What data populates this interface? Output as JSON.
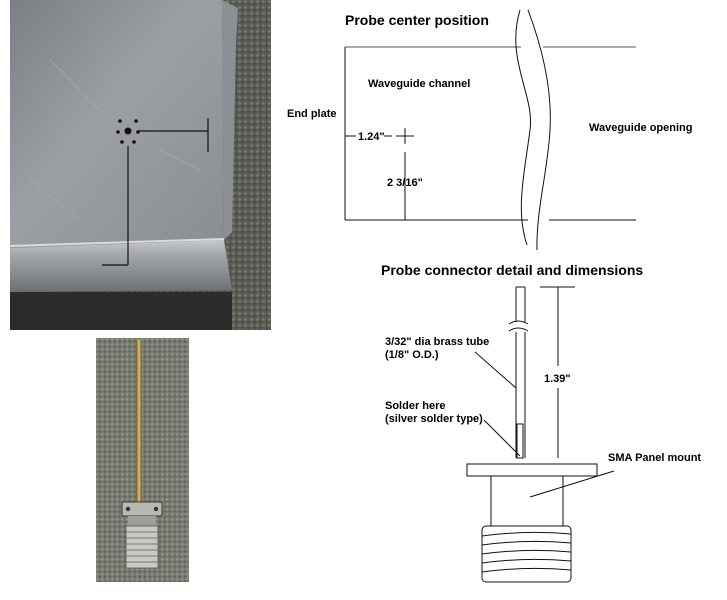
{
  "top_diagram": {
    "title": "Probe center position",
    "label_waveguide_channel": "Waveguide channel",
    "label_end_plate": "End plate",
    "label_waveguide_opening": "Waveguide  opening",
    "dim_horizontal": "1.24\"",
    "dim_vertical": "2 3/16\""
  },
  "bottom_diagram": {
    "title": "Probe connector detail and dimensions",
    "label_tube_line1": "3/32\" dia brass tube",
    "label_tube_line2": "(1/8\" O.D.)",
    "dim_length": "1.39\"",
    "label_solder_line1": "Solder here",
    "label_solder_line2": "(silver solder type)",
    "label_sma": "SMA Panel mount"
  },
  "photos": {
    "top_alt": "aluminum waveguide end plate with probe hole pattern",
    "bottom_alt": "brass probe tube soldered to SMA panel mount connector"
  }
}
